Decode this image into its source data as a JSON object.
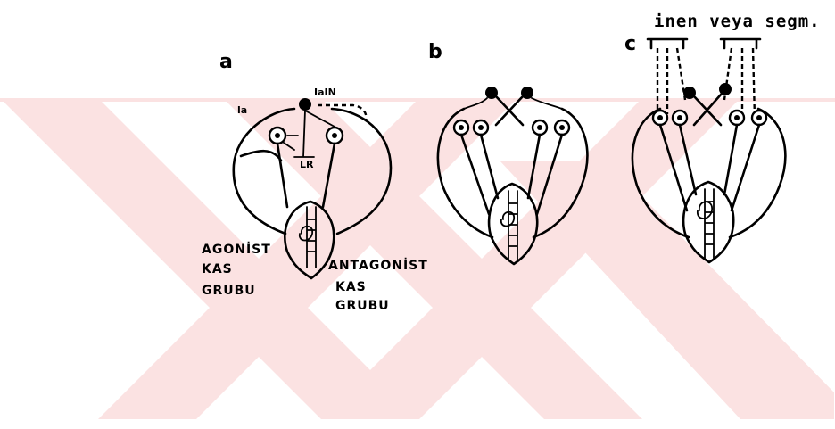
{
  "colors": {
    "watermark": "#fbe2e2",
    "ink": "#000000",
    "background": "#ffffff"
  },
  "panels": [
    {
      "id": "a",
      "letter": "a"
    },
    {
      "id": "b",
      "letter": "b"
    },
    {
      "id": "c",
      "letter": "c"
    }
  ],
  "labels": {
    "panel_a": {
      "la": "la",
      "iaIN": "IaIN",
      "lr": "LR",
      "agonist": [
        "AGONİST",
        "KAS",
        "GRUBU"
      ],
      "antagonist": [
        "ANTAGONİST",
        "KAS",
        "GRUBU"
      ]
    },
    "panel_c": {
      "top_caption": "inen veya segm."
    }
  }
}
